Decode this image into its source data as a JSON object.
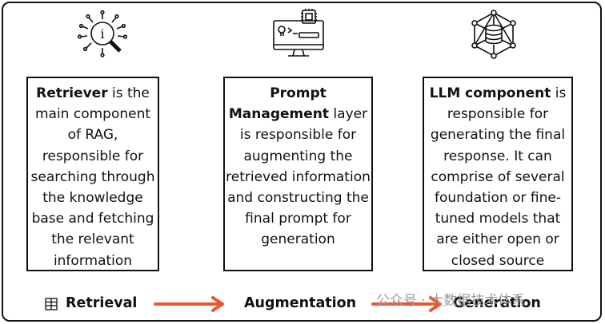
{
  "columns": [
    {
      "icon": "info-search-icon",
      "bold": "Retriever",
      "text": " is the main component of RAG, responsible for searching through the knowledge base and fetching the relevant information"
    },
    {
      "icon": "monitor-code-icon",
      "bold": "Prompt Management",
      "text": " layer is responsible for augmenting the retrieved information and constructing the final prompt for generation"
    },
    {
      "icon": "network-database-icon",
      "bold": "LLM component",
      "text": " is responsible for generating the final response. It can comprise of several foundation or fine-tuned models that are either open or closed source"
    }
  ],
  "stages": [
    "Retrieval",
    "Augmentation",
    "Generation"
  ],
  "watermark": "公众号 · 大数据技术体系",
  "colors": {
    "arrow": "#f0542f",
    "stroke": "#111111"
  }
}
